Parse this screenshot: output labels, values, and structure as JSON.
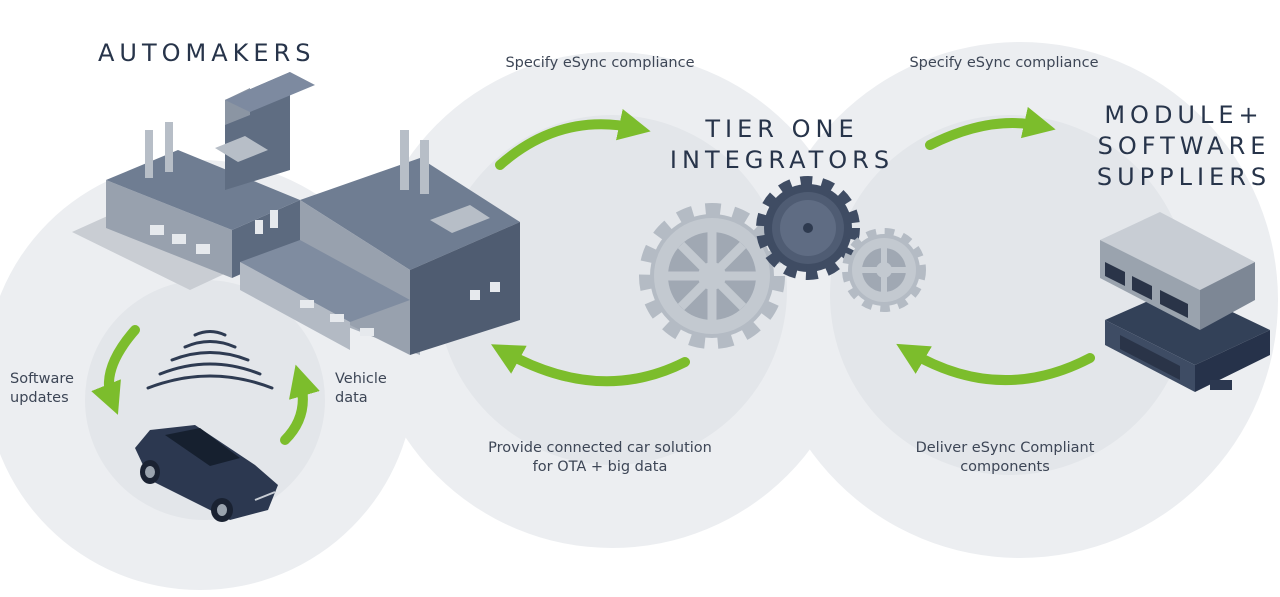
{
  "headings": {
    "automakers": "AUTOMAKERS",
    "tier_one": [
      "TIER ONE",
      "INTEGRATORS"
    ],
    "suppliers": [
      "MODULE+",
      "SOFTWARE",
      "SUPPLIERS"
    ]
  },
  "captions": {
    "specify_left": "Specify eSync compliance",
    "specify_right": "Specify eSync compliance",
    "software_updates": [
      "Software",
      "updates"
    ],
    "vehicle_data": [
      "Vehicle",
      "data"
    ],
    "provide": [
      "Provide connected car solution",
      "for OTA + big data"
    ],
    "deliver": [
      "Deliver eSync Compliant",
      "components"
    ]
  },
  "colors": {
    "arrow": "#7cbd2c",
    "circle": "#eceef1",
    "circle_inner": "#e4e7eb",
    "heading": "#27344a",
    "caption": "#3d4656"
  },
  "icons": [
    "factory-icon",
    "car-icon",
    "signal-waves-icon",
    "gears-icon",
    "ecu-module-icon"
  ]
}
